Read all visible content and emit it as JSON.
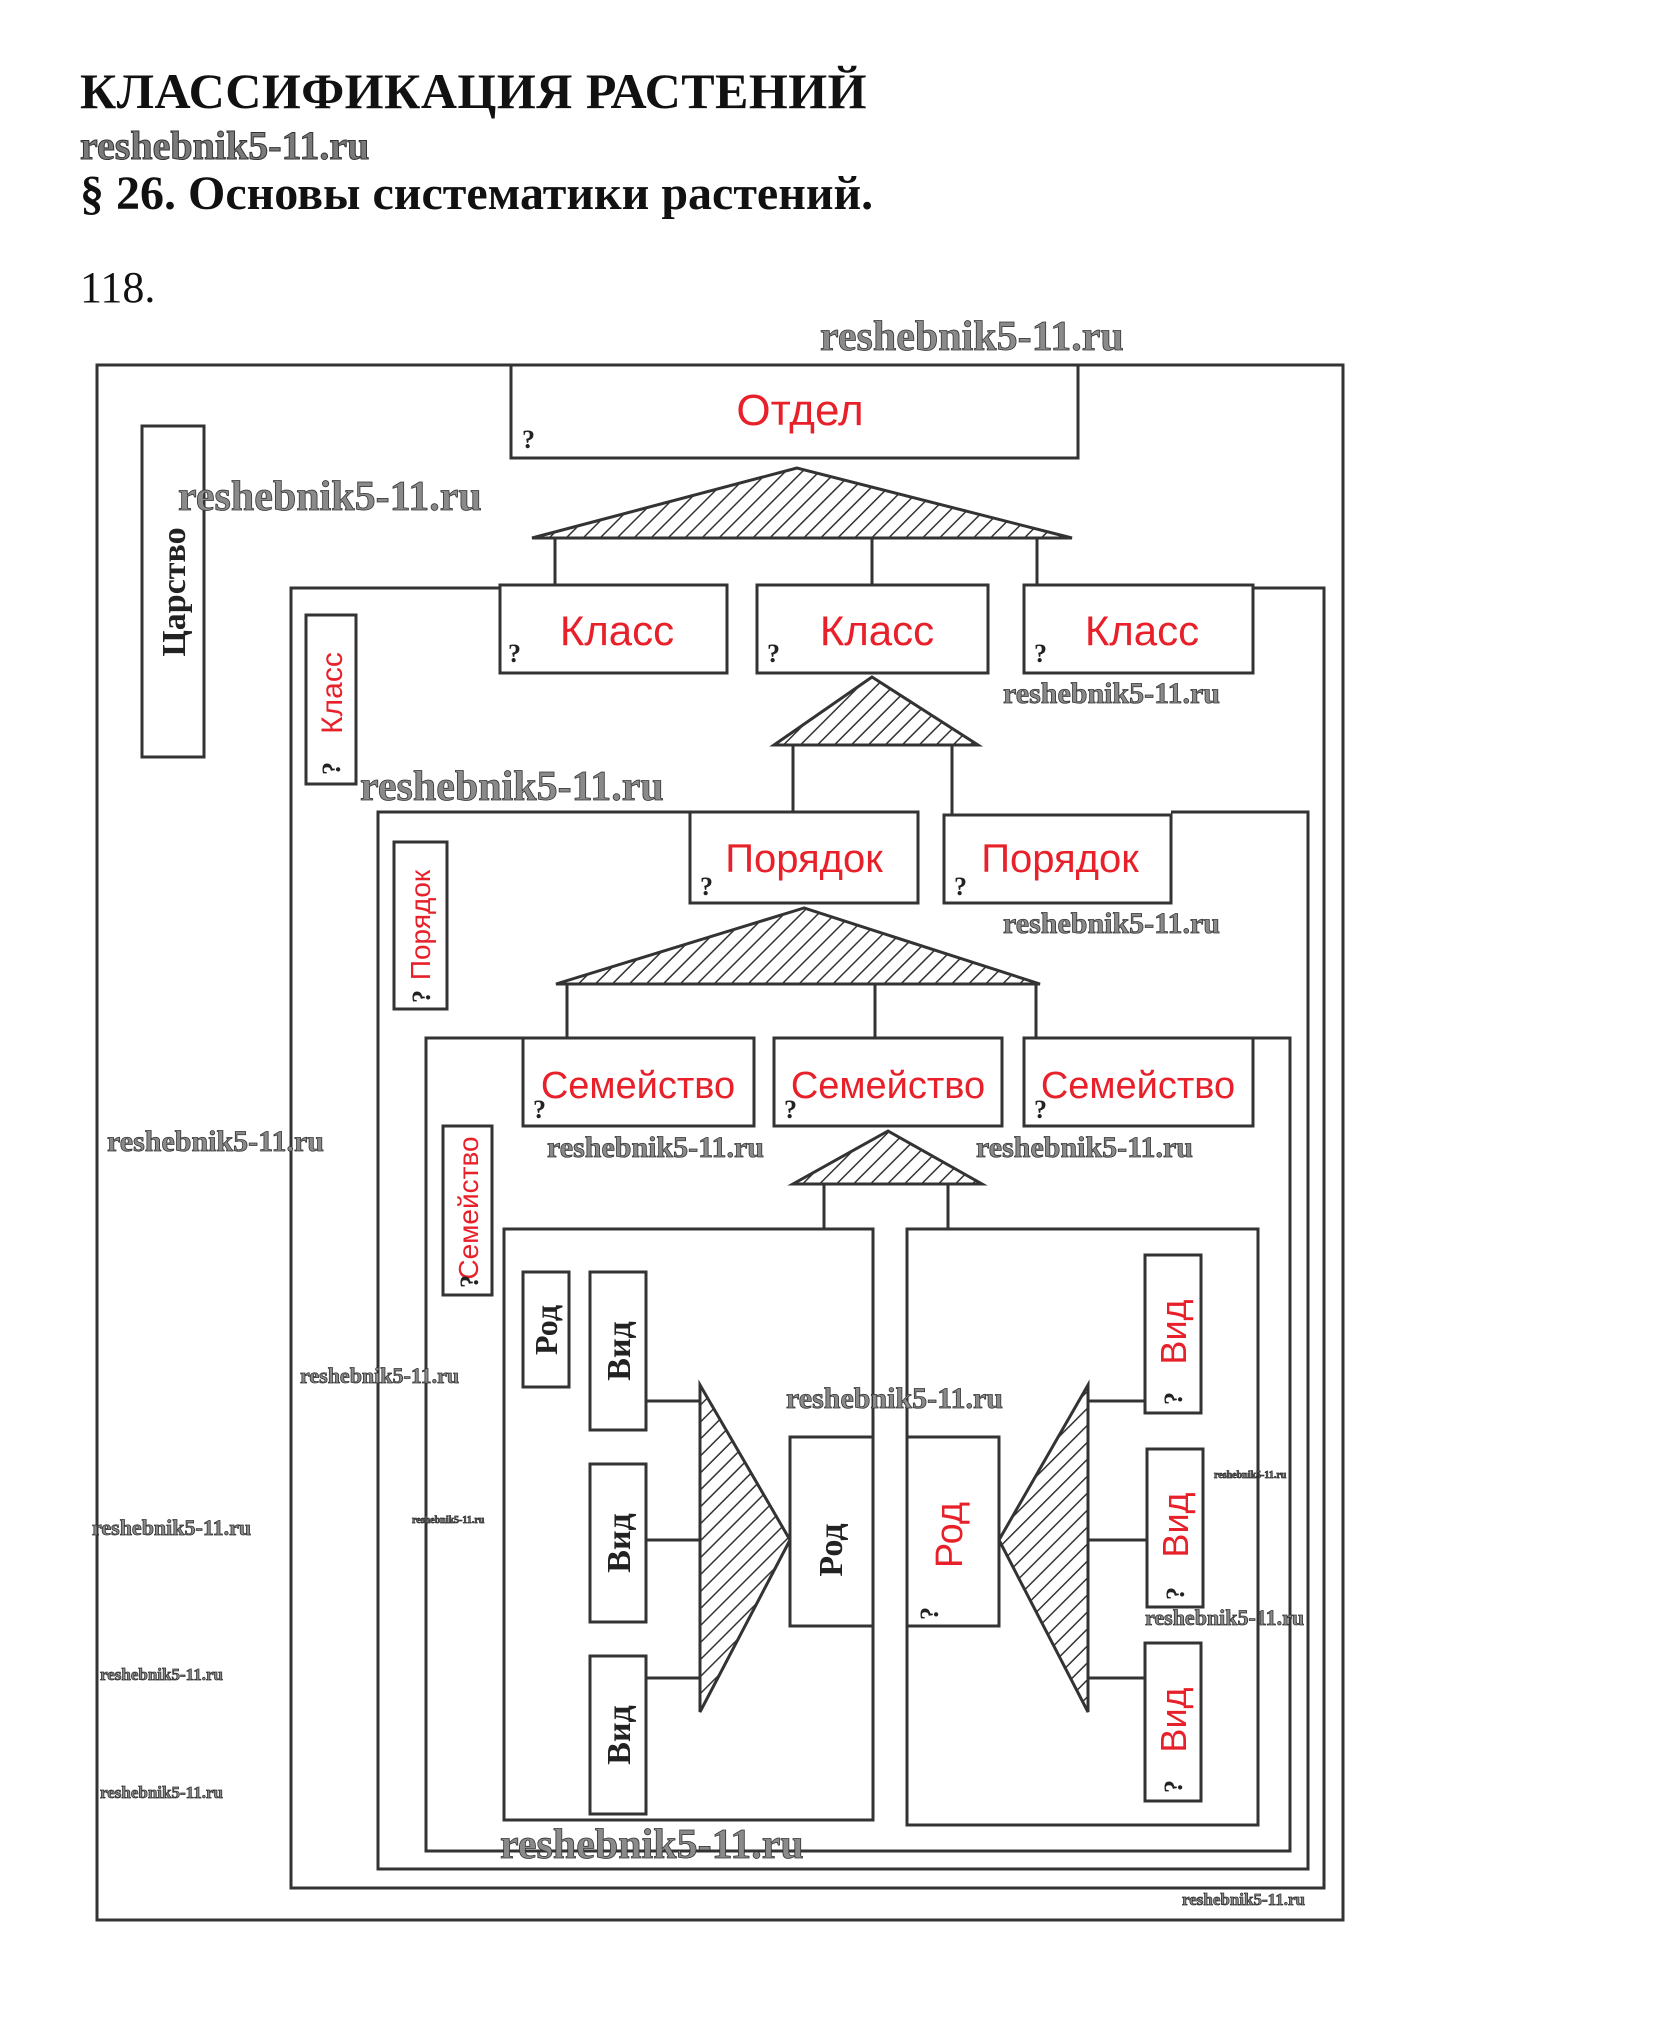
{
  "header": {
    "title": "КЛАССИФИКАЦИЯ РАСТЕНИЙ",
    "watermark": "reshebnik5-11.ru",
    "section": "§ 26. Основы систематики растений.",
    "task_number": "118."
  },
  "diagram": {
    "question_mark": "?",
    "kingdom": {
      "label": "Царство"
    },
    "division": {
      "label": "Отдел",
      "color": "#e8202a"
    },
    "class_side": {
      "label": "Класс"
    },
    "classes": [
      {
        "label": "Класс"
      },
      {
        "label": "Класс"
      },
      {
        "label": "Класс"
      }
    ],
    "order_side": {
      "label": "Порядок"
    },
    "orders": [
      {
        "label": "Порядок"
      },
      {
        "label": "Порядок"
      }
    ],
    "family_side": {
      "label": "Семейство"
    },
    "families": [
      {
        "label": "Семейство"
      },
      {
        "label": "Семейство"
      },
      {
        "label": "Семейство"
      }
    ],
    "left_genus_group": {
      "genus_side": {
        "label": "Род"
      },
      "genus": {
        "label": "Род"
      },
      "species": [
        {
          "label": "Вид"
        },
        {
          "label": "Вид"
        },
        {
          "label": "Вид"
        }
      ]
    },
    "right_genus_group": {
      "genus": {
        "label": "Род"
      },
      "species": [
        {
          "label": "Вид"
        },
        {
          "label": "Вид"
        },
        {
          "label": "Вид"
        }
      ]
    }
  },
  "watermarks": {
    "text": "reshebnik5-11.ru"
  }
}
